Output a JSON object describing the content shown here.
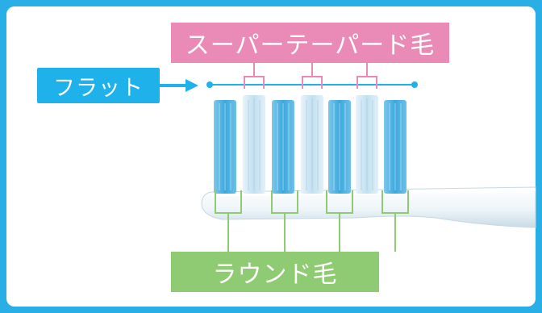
{
  "labels": {
    "super_tapered": "スーパーテーパード毛",
    "flat": "フラット",
    "round": "ラウンド毛"
  },
  "colors": {
    "frame": "#29aee6",
    "pink": "#e98ab7",
    "blue": "#1fb1e9",
    "green": "#8fcb72",
    "bristle_blue": "#4ab3e3",
    "bristle_pale": "#d6ecf7"
  }
}
